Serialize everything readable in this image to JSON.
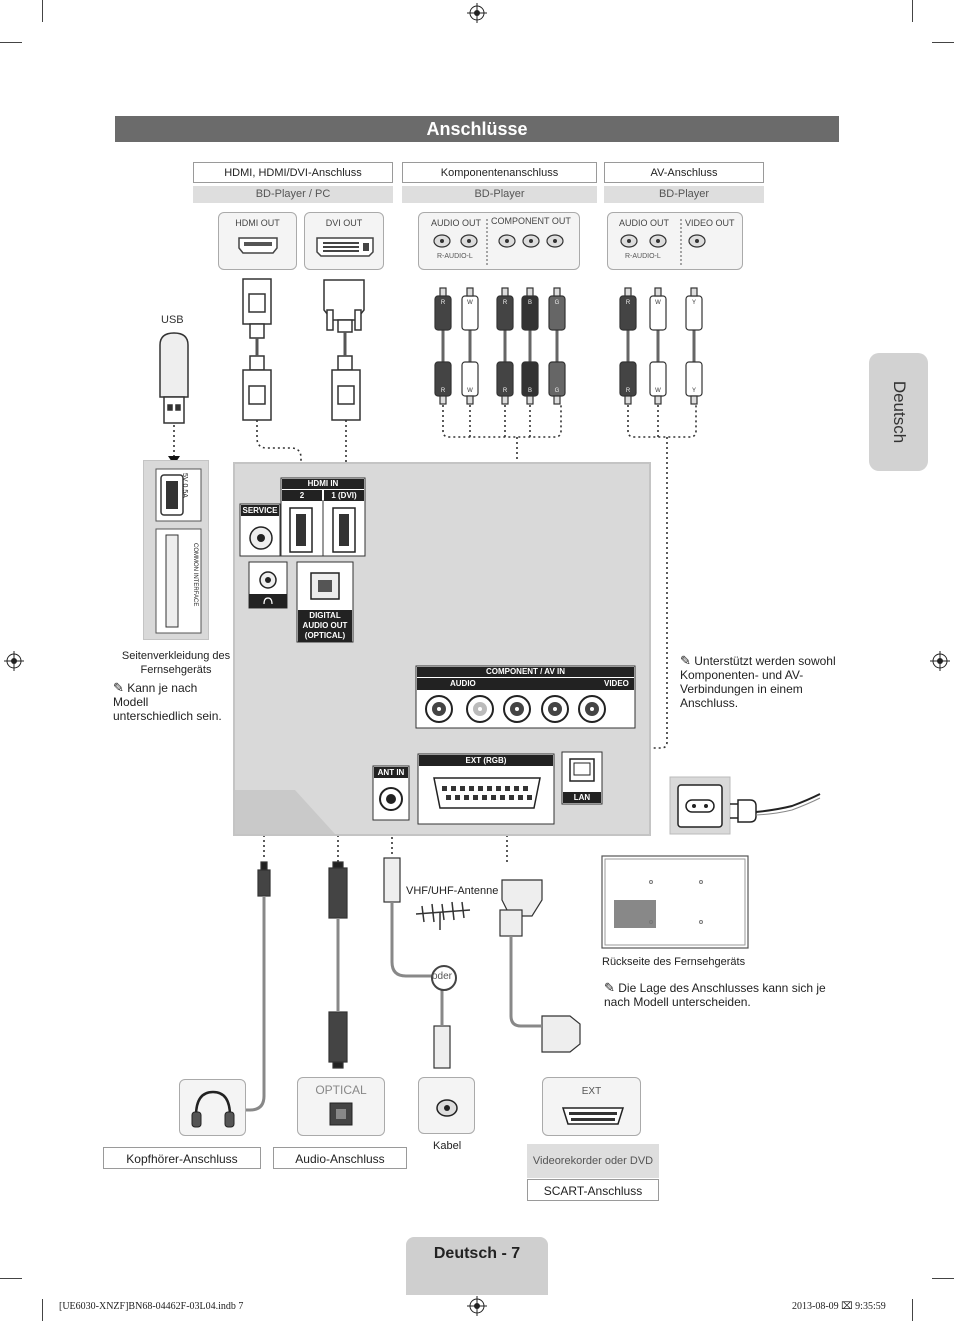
{
  "title": "Anschlüsse",
  "side_tab": "Deutsch",
  "sources": [
    {
      "head": "HDMI, HDMI/DVI-Anschluss",
      "sub": "BD-Player / PC"
    },
    {
      "head": "Komponentenanschluss",
      "sub": "BD-Player"
    },
    {
      "head": "AV-Anschluss",
      "sub": "BD-Player"
    }
  ],
  "device_ports": {
    "hdmi_out": "HDMI OUT",
    "dvi_out": "DVI OUT",
    "audio_out_1": "AUDIO OUT",
    "component_out": "COMPONENT OUT",
    "r_audio_l_1": "R-AUDIO-L",
    "audio_out_2": "AUDIO OUT",
    "video_out": "VIDEO OUT",
    "r_audio_l_2": "R-AUDIO-L"
  },
  "plug_letters": {
    "component": [
      "R",
      "W",
      "R",
      "B",
      "G"
    ],
    "av": [
      "R",
      "W",
      "Y"
    ]
  },
  "usb_label": "USB",
  "side_panel": {
    "usb_port": "5V 0.5A",
    "common_interface": "COMMON INTERFACE",
    "caption": "Seitenverkleidung des Fernsehgeräts",
    "note": "Kann je nach Modell unterschiedlich sein."
  },
  "tv_ports": {
    "hdmi_in": "HDMI IN",
    "hdmi_2": "2",
    "hdmi_1": "1 (DVI)",
    "service": "SERVICE",
    "digital_audio_out": "DIGITAL AUDIO OUT (OPTICAL)",
    "component_av_in": "COMPONENT / AV IN",
    "audio": "AUDIO",
    "video": "VIDEO",
    "ant_in": "ANT IN",
    "ext_rgb": "EXT (RGB)",
    "lan": "LAN"
  },
  "component_note": "Unterstützt werden sowohl Komponenten- und AV-Verbindungen in einem Anschluss.",
  "antenna_label": "VHF/UHF-Antenne",
  "oder": "oder",
  "back_caption": "Rückseite des Fernsehgeräts",
  "back_note": "Die Lage des Anschlusses kann sich je nach Modell unterscheiden.",
  "bottom_devices": {
    "optical_label": "OPTICAL",
    "kabel": "Kabel",
    "ext_label": "EXT",
    "headphone_head": "Kopfhörer-Anschluss",
    "audio_head": "Audio-Anschluss",
    "vcr_sub": "Videorekorder oder DVD",
    "scart_head": "SCART-Anschluss"
  },
  "page_footer": "Deutsch - 7",
  "print_info_left": "[UE6030-XNZF]BN68-04462F-03L04.indb   7",
  "print_info_right": "2013-08-09   ⌧ 9:35:59"
}
